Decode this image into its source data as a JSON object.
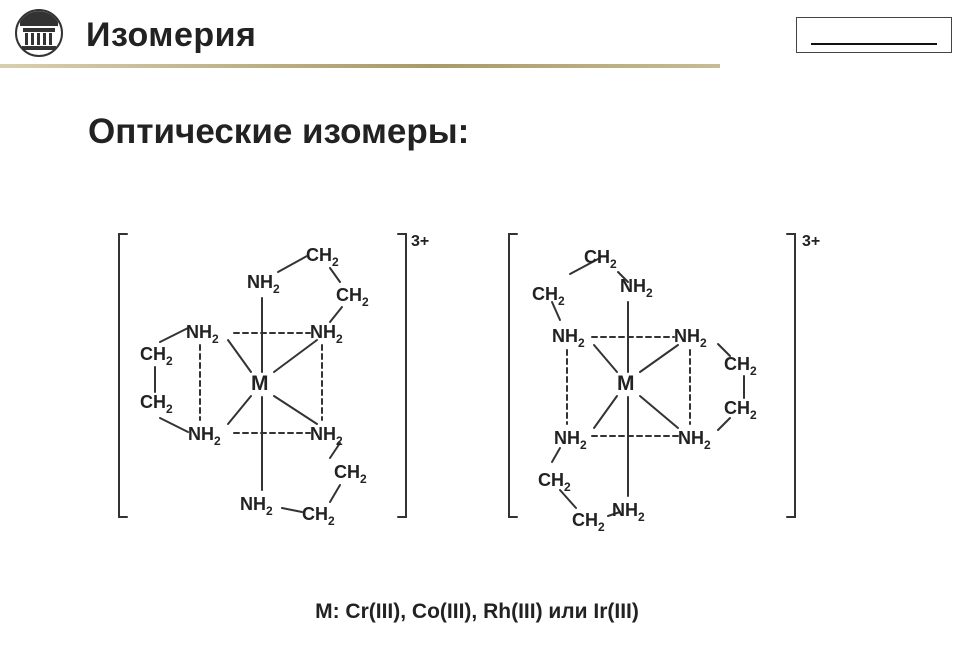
{
  "header": {
    "title": "Изомерия",
    "logo_icon": "university-building-icon"
  },
  "subtitle": "Оптические изомеры:",
  "diagram": {
    "type": "coordination-complex-enantiomers",
    "charge": "3+",
    "metal": "M",
    "ligand_atoms": [
      "NH",
      "CH"
    ],
    "subscript": "2",
    "structures": [
      {
        "name": "left-enantiomer",
        "ligand_labels": [
          "NH2",
          "NH2",
          "NH2",
          "NH2",
          "NH2",
          "NH2",
          "CH2",
          "CH2",
          "CH2",
          "CH2",
          "CH2",
          "CH2"
        ]
      },
      {
        "name": "right-enantiomer",
        "ligand_labels": [
          "NH2",
          "NH2",
          "NH2",
          "NH2",
          "NH2",
          "NH2",
          "CH2",
          "CH2",
          "CH2",
          "CH2",
          "CH2",
          "CH2"
        ]
      }
    ]
  },
  "footnote": "M: Cr(III), Co(III), Rh(III) или Ir(III)",
  "colors": {
    "text": "#222222",
    "rule": "#a89a68",
    "background": "#ffffff"
  }
}
